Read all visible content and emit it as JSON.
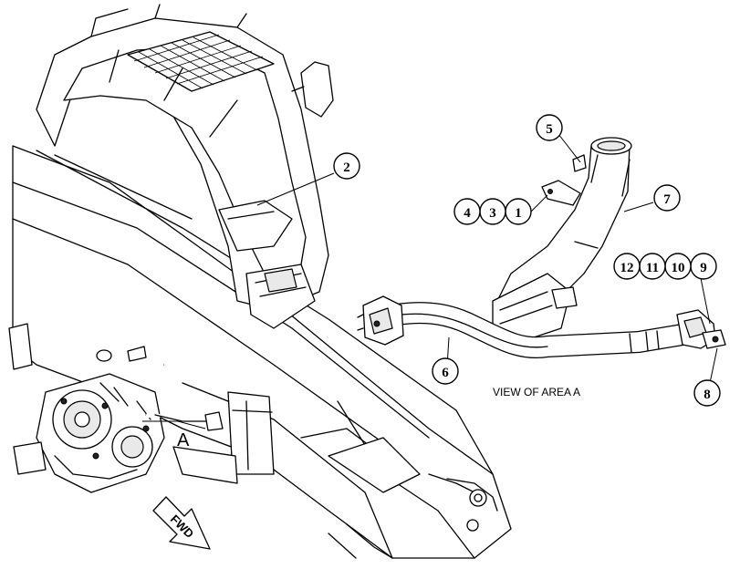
{
  "diagram": {
    "callouts": [
      {
        "id": "c1",
        "label": "1"
      },
      {
        "id": "c2",
        "label": "2"
      },
      {
        "id": "c3",
        "label": "3"
      },
      {
        "id": "c4",
        "label": "4"
      },
      {
        "id": "c5",
        "label": "5"
      },
      {
        "id": "c6",
        "label": "6"
      },
      {
        "id": "c7",
        "label": "7"
      },
      {
        "id": "c8",
        "label": "8"
      },
      {
        "id": "c9",
        "label": "9"
      },
      {
        "id": "c10",
        "label": "10"
      },
      {
        "id": "c11",
        "label": "11"
      },
      {
        "id": "c12",
        "label": "12"
      }
    ],
    "area_label": "A",
    "view_caption": "VIEW OF AREA A",
    "direction_arrow": "FWD"
  }
}
